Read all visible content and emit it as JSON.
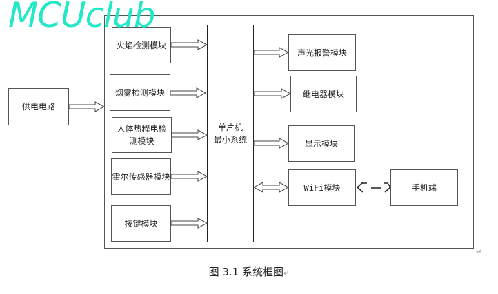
{
  "watermark": "MCUclub",
  "blocks": {
    "power": "供电电路",
    "flame": "火焰检测模块",
    "smoke": "烟雾检测模块",
    "pir": "人体热释电检测模块",
    "hall": "霍尔传感器模块",
    "key": "按键模块",
    "mcu": "单片机\n最小系统",
    "alarm": "声光报警模块",
    "relay": "继电器模块",
    "display": "显示模块",
    "wifi": "WiFi模块",
    "phone": "手机端"
  },
  "caption": "图 3.1 系统框图",
  "pilcrow": "↵"
}
